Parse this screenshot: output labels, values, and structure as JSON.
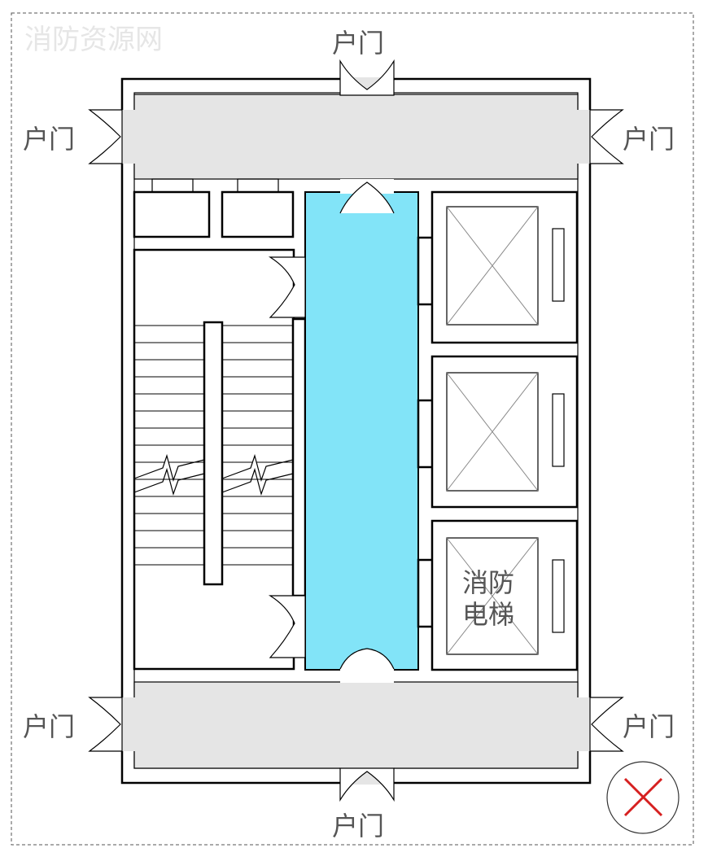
{
  "watermark": "消防资源网",
  "labels": {
    "door_top": "户门",
    "door_left_top": "户门",
    "door_right_top": "户门",
    "door_left_bottom": "户门",
    "door_right_bottom": "户门",
    "door_bottom": "户门",
    "fire_elevator_line1": "消防",
    "fire_elevator_line2": "电梯"
  },
  "colors": {
    "corridor": "#e5e5e5",
    "front_room": "#82e4f8",
    "wall": "#000000",
    "label": "#555555",
    "mark": "#d62020"
  },
  "marks": {
    "wrong_icon": "red-x-icon"
  }
}
